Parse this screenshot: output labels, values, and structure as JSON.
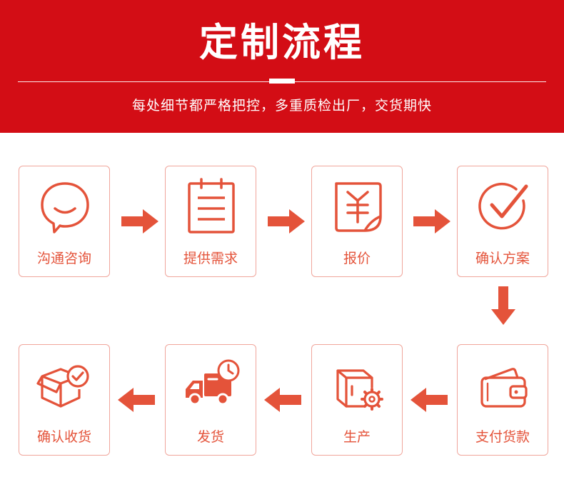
{
  "header": {
    "title": "定制流程",
    "subtitle": "每处细节都严格把控，多重质检出厂，交货期快"
  },
  "colors": {
    "banner": "#d30d15",
    "accent": "#e4533a",
    "card_border": "#f0a59b"
  },
  "steps": [
    {
      "label": "沟通咨询",
      "icon": "chat-bubble-icon"
    },
    {
      "label": "提供需求",
      "icon": "clipboard-icon"
    },
    {
      "label": "报价",
      "icon": "price-tag-icon"
    },
    {
      "label": "确认方案",
      "icon": "check-circle-icon"
    },
    {
      "label": "支付货款",
      "icon": "wallet-icon"
    },
    {
      "label": "生产",
      "icon": "box-gear-icon"
    },
    {
      "label": "发货",
      "icon": "delivery-truck-icon"
    },
    {
      "label": "确认收货",
      "icon": "box-check-icon"
    }
  ]
}
